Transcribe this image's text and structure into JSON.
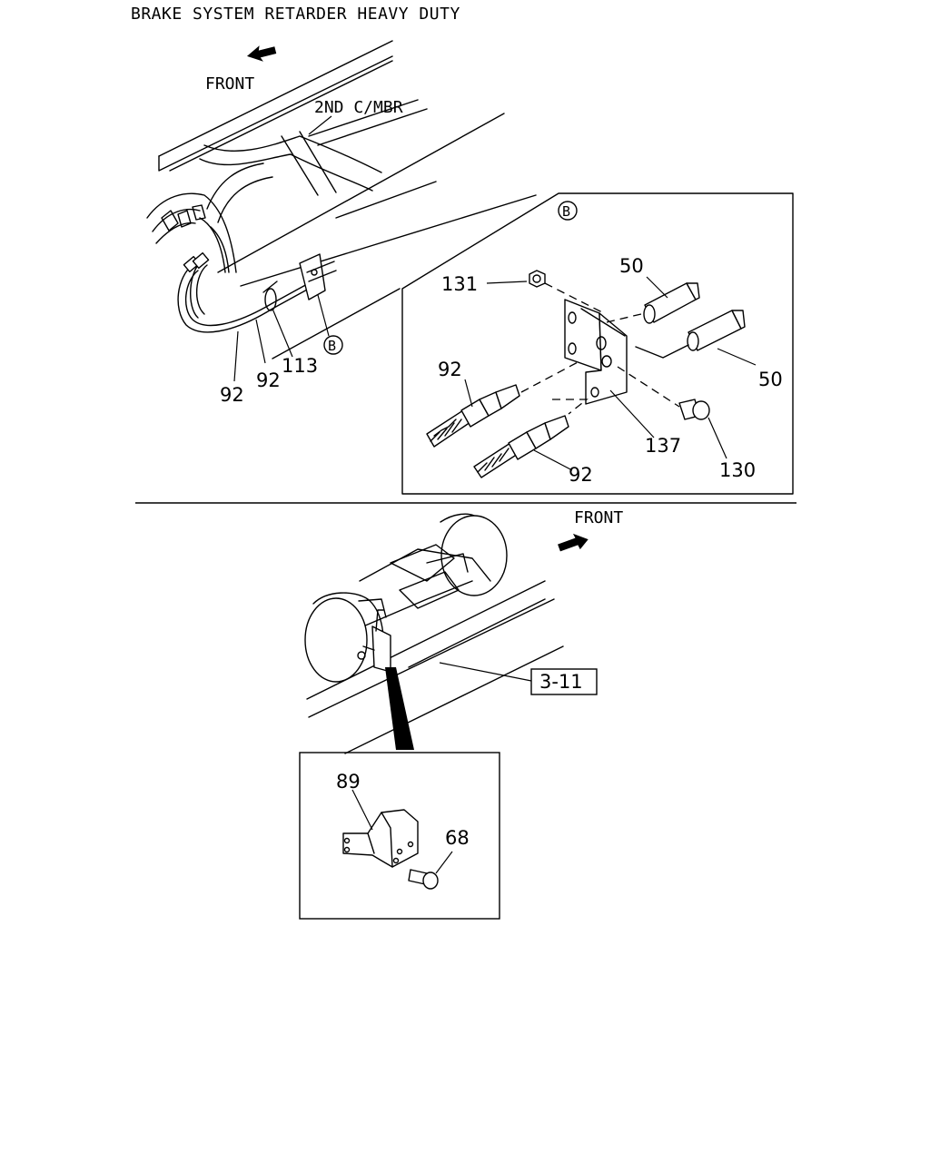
{
  "title": "BRAKE SYSTEM RETARDER HEAVY DUTY",
  "top": {
    "front_label": "FRONT",
    "crossmember_label": "2ND C/MBR",
    "callouts": {
      "hose_a": "92",
      "hose_b": "92",
      "clip": "113"
    },
    "detail_ref": "B"
  },
  "detail_b": {
    "badge": "B",
    "callouts": {
      "nut": "131",
      "connector_upper": "50",
      "connector_lower": "50",
      "hose_upper": "92",
      "hose_lower": "92",
      "bracket": "137",
      "bolt": "130"
    }
  },
  "bottom": {
    "front_label": "FRONT",
    "ref_box": "3-11",
    "callouts": {
      "bracket": "89",
      "bolt": "68"
    }
  }
}
